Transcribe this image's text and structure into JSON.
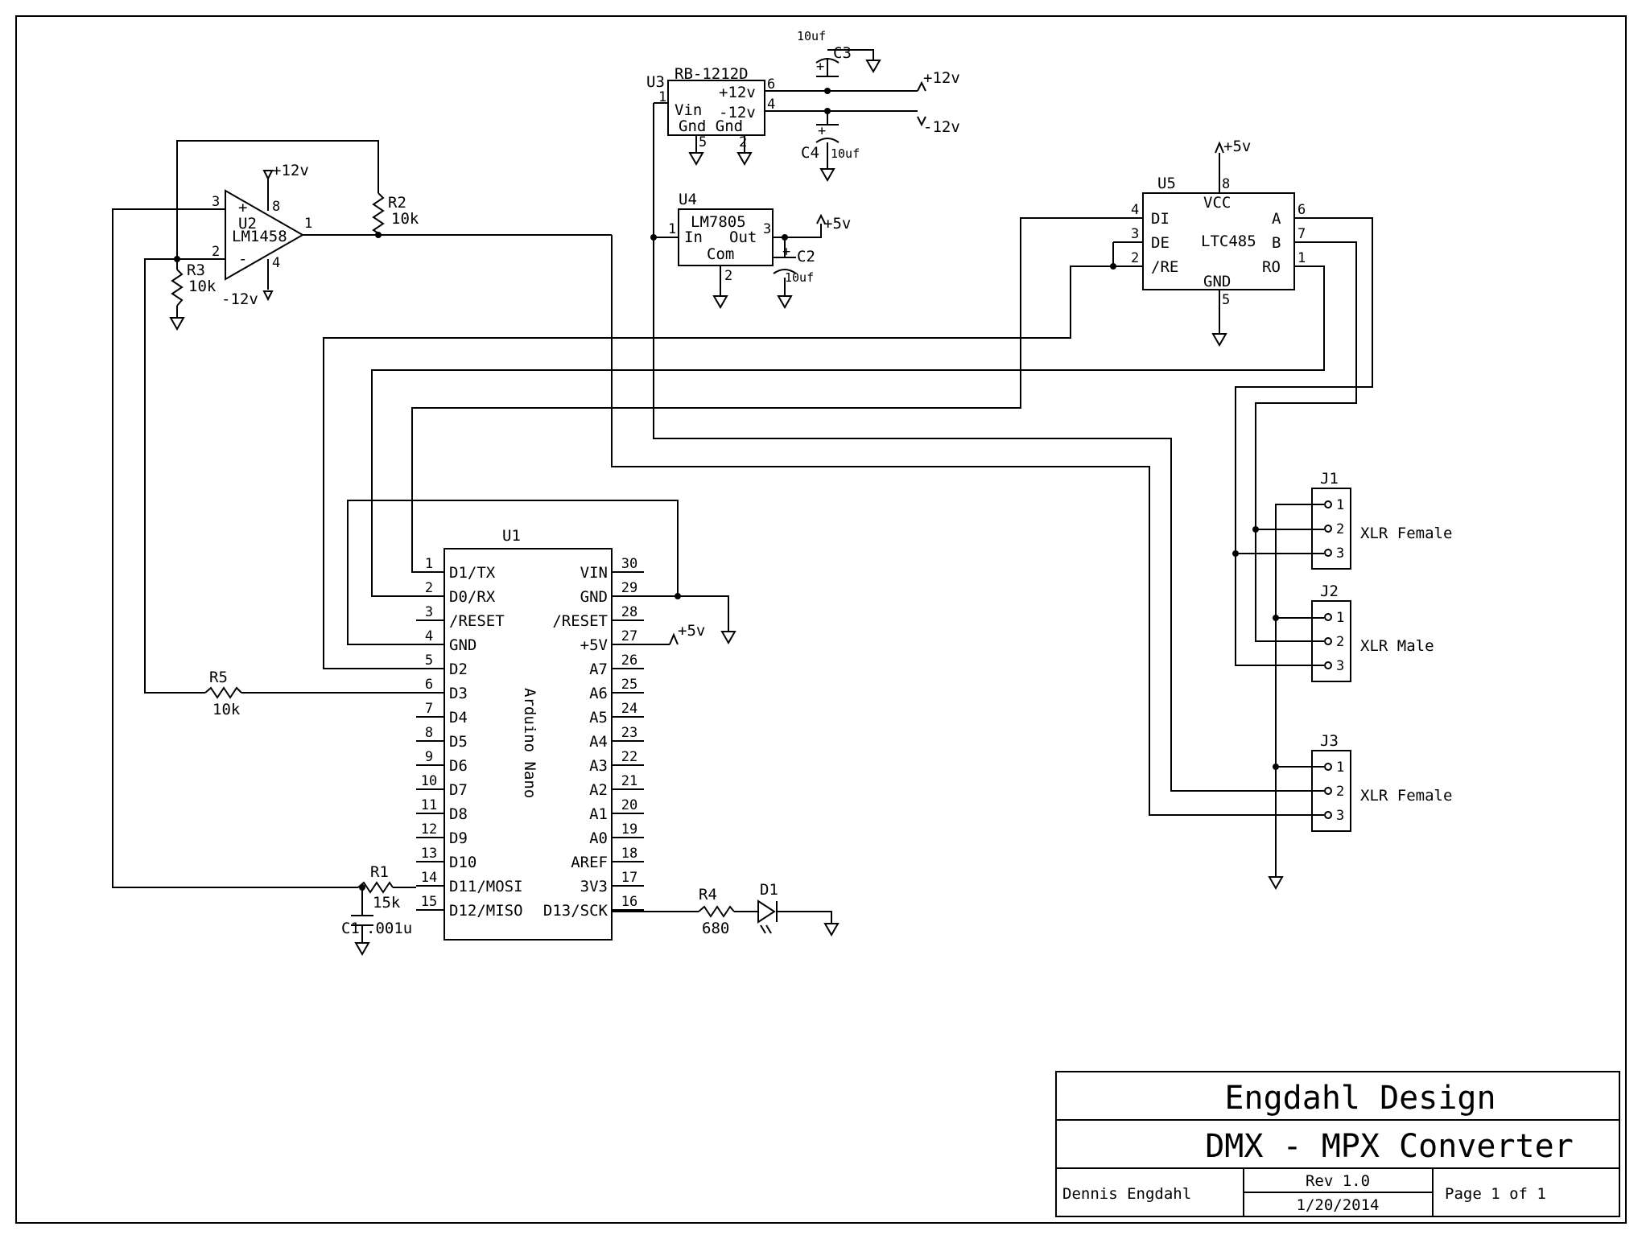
{
  "u1": {
    "ref": "U1",
    "name": "Arduino Nano",
    "left_pins": [
      {
        "num": "1",
        "name": "D1/TX"
      },
      {
        "num": "2",
        "name": "D0/RX"
      },
      {
        "num": "3",
        "name": "/RESET"
      },
      {
        "num": "4",
        "name": "GND"
      },
      {
        "num": "5",
        "name": "D2"
      },
      {
        "num": "6",
        "name": "D3"
      },
      {
        "num": "7",
        "name": "D4"
      },
      {
        "num": "8",
        "name": "D5"
      },
      {
        "num": "9",
        "name": "D6"
      },
      {
        "num": "10",
        "name": "D7"
      },
      {
        "num": "11",
        "name": "D8"
      },
      {
        "num": "12",
        "name": "D9"
      },
      {
        "num": "13",
        "name": "D10"
      },
      {
        "num": "14",
        "name": "D11/MOSI"
      },
      {
        "num": "15",
        "name": "D12/MISO"
      }
    ],
    "right_pins": [
      {
        "num": "30",
        "name": "VIN"
      },
      {
        "num": "29",
        "name": "GND"
      },
      {
        "num": "28",
        "name": "/RESET"
      },
      {
        "num": "27",
        "name": "+5V"
      },
      {
        "num": "26",
        "name": "A7"
      },
      {
        "num": "25",
        "name": "A6"
      },
      {
        "num": "24",
        "name": "A5"
      },
      {
        "num": "23",
        "name": "A4"
      },
      {
        "num": "22",
        "name": "A3"
      },
      {
        "num": "21",
        "name": "A2"
      },
      {
        "num": "20",
        "name": "A1"
      },
      {
        "num": "19",
        "name": "A0"
      },
      {
        "num": "18",
        "name": "AREF"
      },
      {
        "num": "17",
        "name": "3V3"
      },
      {
        "num": "16",
        "name": "D13/SCK"
      }
    ]
  },
  "u2": {
    "ref": "U2",
    "name": "LM1458",
    "pin3": "3",
    "pin2": "2",
    "pin1": "1",
    "pin8": "8",
    "pin4": "4",
    "plus": "+",
    "minus": "-",
    "vpos": "+12v",
    "vneg": "-12v"
  },
  "u3": {
    "ref": "U3",
    "name": "RB-1212D",
    "vin": "Vin",
    "gnd": "Gnd Gnd",
    "pos_label": "+12v",
    "neg_label": "-12v",
    "pin1": "1",
    "pin6": "6",
    "pin4": "4",
    "pin5": "5",
    "pin2": "2",
    "rail_pos": "+12v",
    "rail_neg": "-12v"
  },
  "u4": {
    "ref": "U4",
    "name": "LM7805",
    "in_label": "In",
    "out_label": "Out",
    "com_label": "Com",
    "pin1": "1",
    "pin3": "3",
    "pin2": "2",
    "rail": "+5v"
  },
  "u5": {
    "ref": "U5",
    "name": "LTC485",
    "vcc": "VCC",
    "gnd": "GND",
    "di": "DI",
    "de": "DE",
    "re": "/RE",
    "a": "A",
    "b": "B",
    "ro": "RO",
    "pin8": "8",
    "pin4": "4",
    "pin3": "3",
    "pin2": "2",
    "pin6": "6",
    "pin7": "7",
    "pin1": "1",
    "pin5": "5",
    "rail": "+5v"
  },
  "passives": {
    "r1": {
      "ref": "R1",
      "value": "15k"
    },
    "r2": {
      "ref": "R2",
      "value": "10k"
    },
    "r3": {
      "ref": "R3",
      "value": "10k"
    },
    "r4": {
      "ref": "R4",
      "value": "680"
    },
    "r5": {
      "ref": "R5",
      "value": "10k"
    },
    "c1": {
      "ref": "C1",
      "value": ".001u"
    },
    "c2": {
      "ref": "C2",
      "value": "10uf"
    },
    "c3": {
      "ref": "C3",
      "value": "10uf"
    },
    "c4": {
      "ref": "C4",
      "value": "10uf"
    },
    "d1": {
      "ref": "D1"
    }
  },
  "rails": {
    "u1_5v": "+5v"
  },
  "connectors": [
    {
      "ref": "J1",
      "label": "XLR Female",
      "pins": [
        "1",
        "2",
        "3"
      ]
    },
    {
      "ref": "J2",
      "label": "XLR Male",
      "pins": [
        "1",
        "2",
        "3"
      ]
    },
    {
      "ref": "J3",
      "label": "XLR Female",
      "pins": [
        "1",
        "2",
        "3"
      ]
    }
  ],
  "title_block": {
    "company": "Engdahl Design",
    "title": "DMX - MPX Converter",
    "author": "Dennis Engdahl",
    "rev": "Rev 1.0",
    "date": "1/20/2014",
    "page": "Page 1 of 1"
  }
}
